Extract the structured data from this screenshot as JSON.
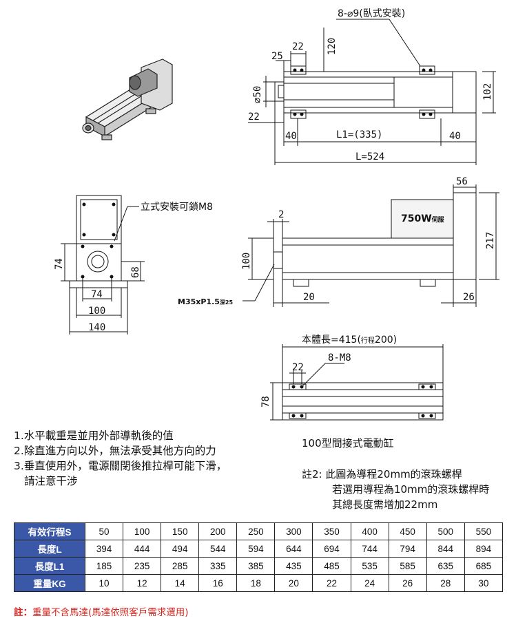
{
  "top_view": {
    "label_holes": "8-⌀9(臥式安裝)",
    "dim_22_top": "22",
    "dim_25": "25",
    "dim_120": "120",
    "dim_50": "⌀50",
    "dim_22_left": "22",
    "dim_102": "102",
    "dim_40_left": "40",
    "dim_l1": "L1=(335)",
    "dim_40_right": "40",
    "dim_l": "L=524"
  },
  "end_view": {
    "label_mount": "立式安裝可鎖M8",
    "dim_74_side": "74",
    "dim_68": "68",
    "dim_74_bottom": "74",
    "dim_100": "100",
    "dim_140": "140"
  },
  "side_view": {
    "dim_56": "56",
    "motor_label": "750W",
    "motor_label_small": "伺服",
    "dim_217": "217",
    "dim_2": "2",
    "dim_100": "100",
    "thread_label": "M35xP1.5",
    "thread_label_small": "深25",
    "dim_20": "20",
    "dim_26": "26"
  },
  "body_view": {
    "body_length": "本體長=415(",
    "body_length_small": "行程",
    "body_length_end": "200)",
    "label_m8": "8-M8",
    "dim_22": "22",
    "dim_78": "78"
  },
  "notes": [
    "1.水平載重是並用外部導軌後的值",
    "2.除直進方向以外，無法承受其他方向的力",
    "3.垂直使用外，電源關閉後推拉桿可能下滑，",
    "請注意干涉"
  ],
  "product_title": "100型間接式電動缸",
  "note2": [
    "註2: 此圖為導程20mm的滾珠螺桿",
    "若選用導程為10mm的滾珠螺桿時",
    "其總長度需增加22mm"
  ],
  "table": {
    "rows": [
      {
        "header": "有效行程S",
        "cells": [
          "50",
          "100",
          "150",
          "200",
          "250",
          "300",
          "350",
          "400",
          "450",
          "500",
          "550"
        ]
      },
      {
        "header": "長度L",
        "cells": [
          "394",
          "444",
          "494",
          "544",
          "594",
          "644",
          "694",
          "744",
          "794",
          "844",
          "894"
        ]
      },
      {
        "header": "長度L1",
        "cells": [
          "185",
          "235",
          "285",
          "335",
          "385",
          "435",
          "485",
          "535",
          "585",
          "635",
          "685"
        ]
      },
      {
        "header": "重量KG",
        "cells": [
          "10",
          "12",
          "14",
          "16",
          "18",
          "20",
          "22",
          "24",
          "26",
          "28",
          "30"
        ]
      }
    ]
  },
  "footnote_label": "註：",
  "footnote_text": "重量不含馬達(馬達依照客戶需求選用)",
  "colors": {
    "table_header": "#3a57a8",
    "footnote": "#d6241d"
  }
}
